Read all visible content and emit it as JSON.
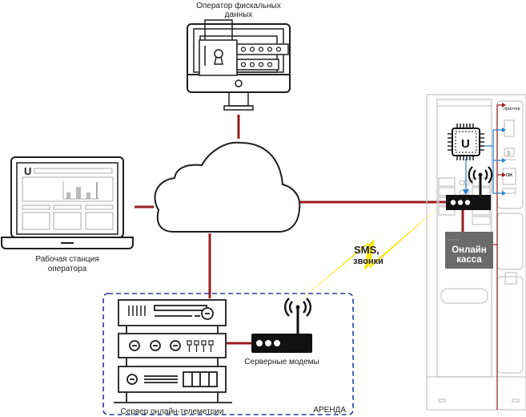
{
  "labels": {
    "fiscal_operator_line1": "Оператор фискальных",
    "fiscal_operator_line2": "данных",
    "workstation_line1": "Рабочая станция",
    "workstation_line2": "оператора",
    "server": "Сервер онлайн-телеметрии",
    "server_modems": "Серверные модемы",
    "rent_zone": "АРЕНДА",
    "sms_line1": "SMS,",
    "sms_line2": "звонки",
    "online_kassa_line1": "Онлайн",
    "online_kassa_line2": "касса",
    "printer": "принтер",
    "ok": "OK",
    "dollar": "$"
  },
  "colors": {
    "link": "#9b1c20",
    "data_link": "#2a7fd0",
    "wireless": "#f5e614",
    "rent_border": "#2b3a8c",
    "machine_line": "#c8c8c8",
    "kassa_fill": "#6b6b6b",
    "modem_fill": "#111111",
    "outline": "#1e1e1e"
  },
  "nodes": [
    "fiscal-data-operator",
    "operator-workstation",
    "cloud",
    "telemetry-server",
    "server-modem",
    "vending-machine",
    "online-kassa",
    "controller-chip",
    "machine-modem"
  ]
}
